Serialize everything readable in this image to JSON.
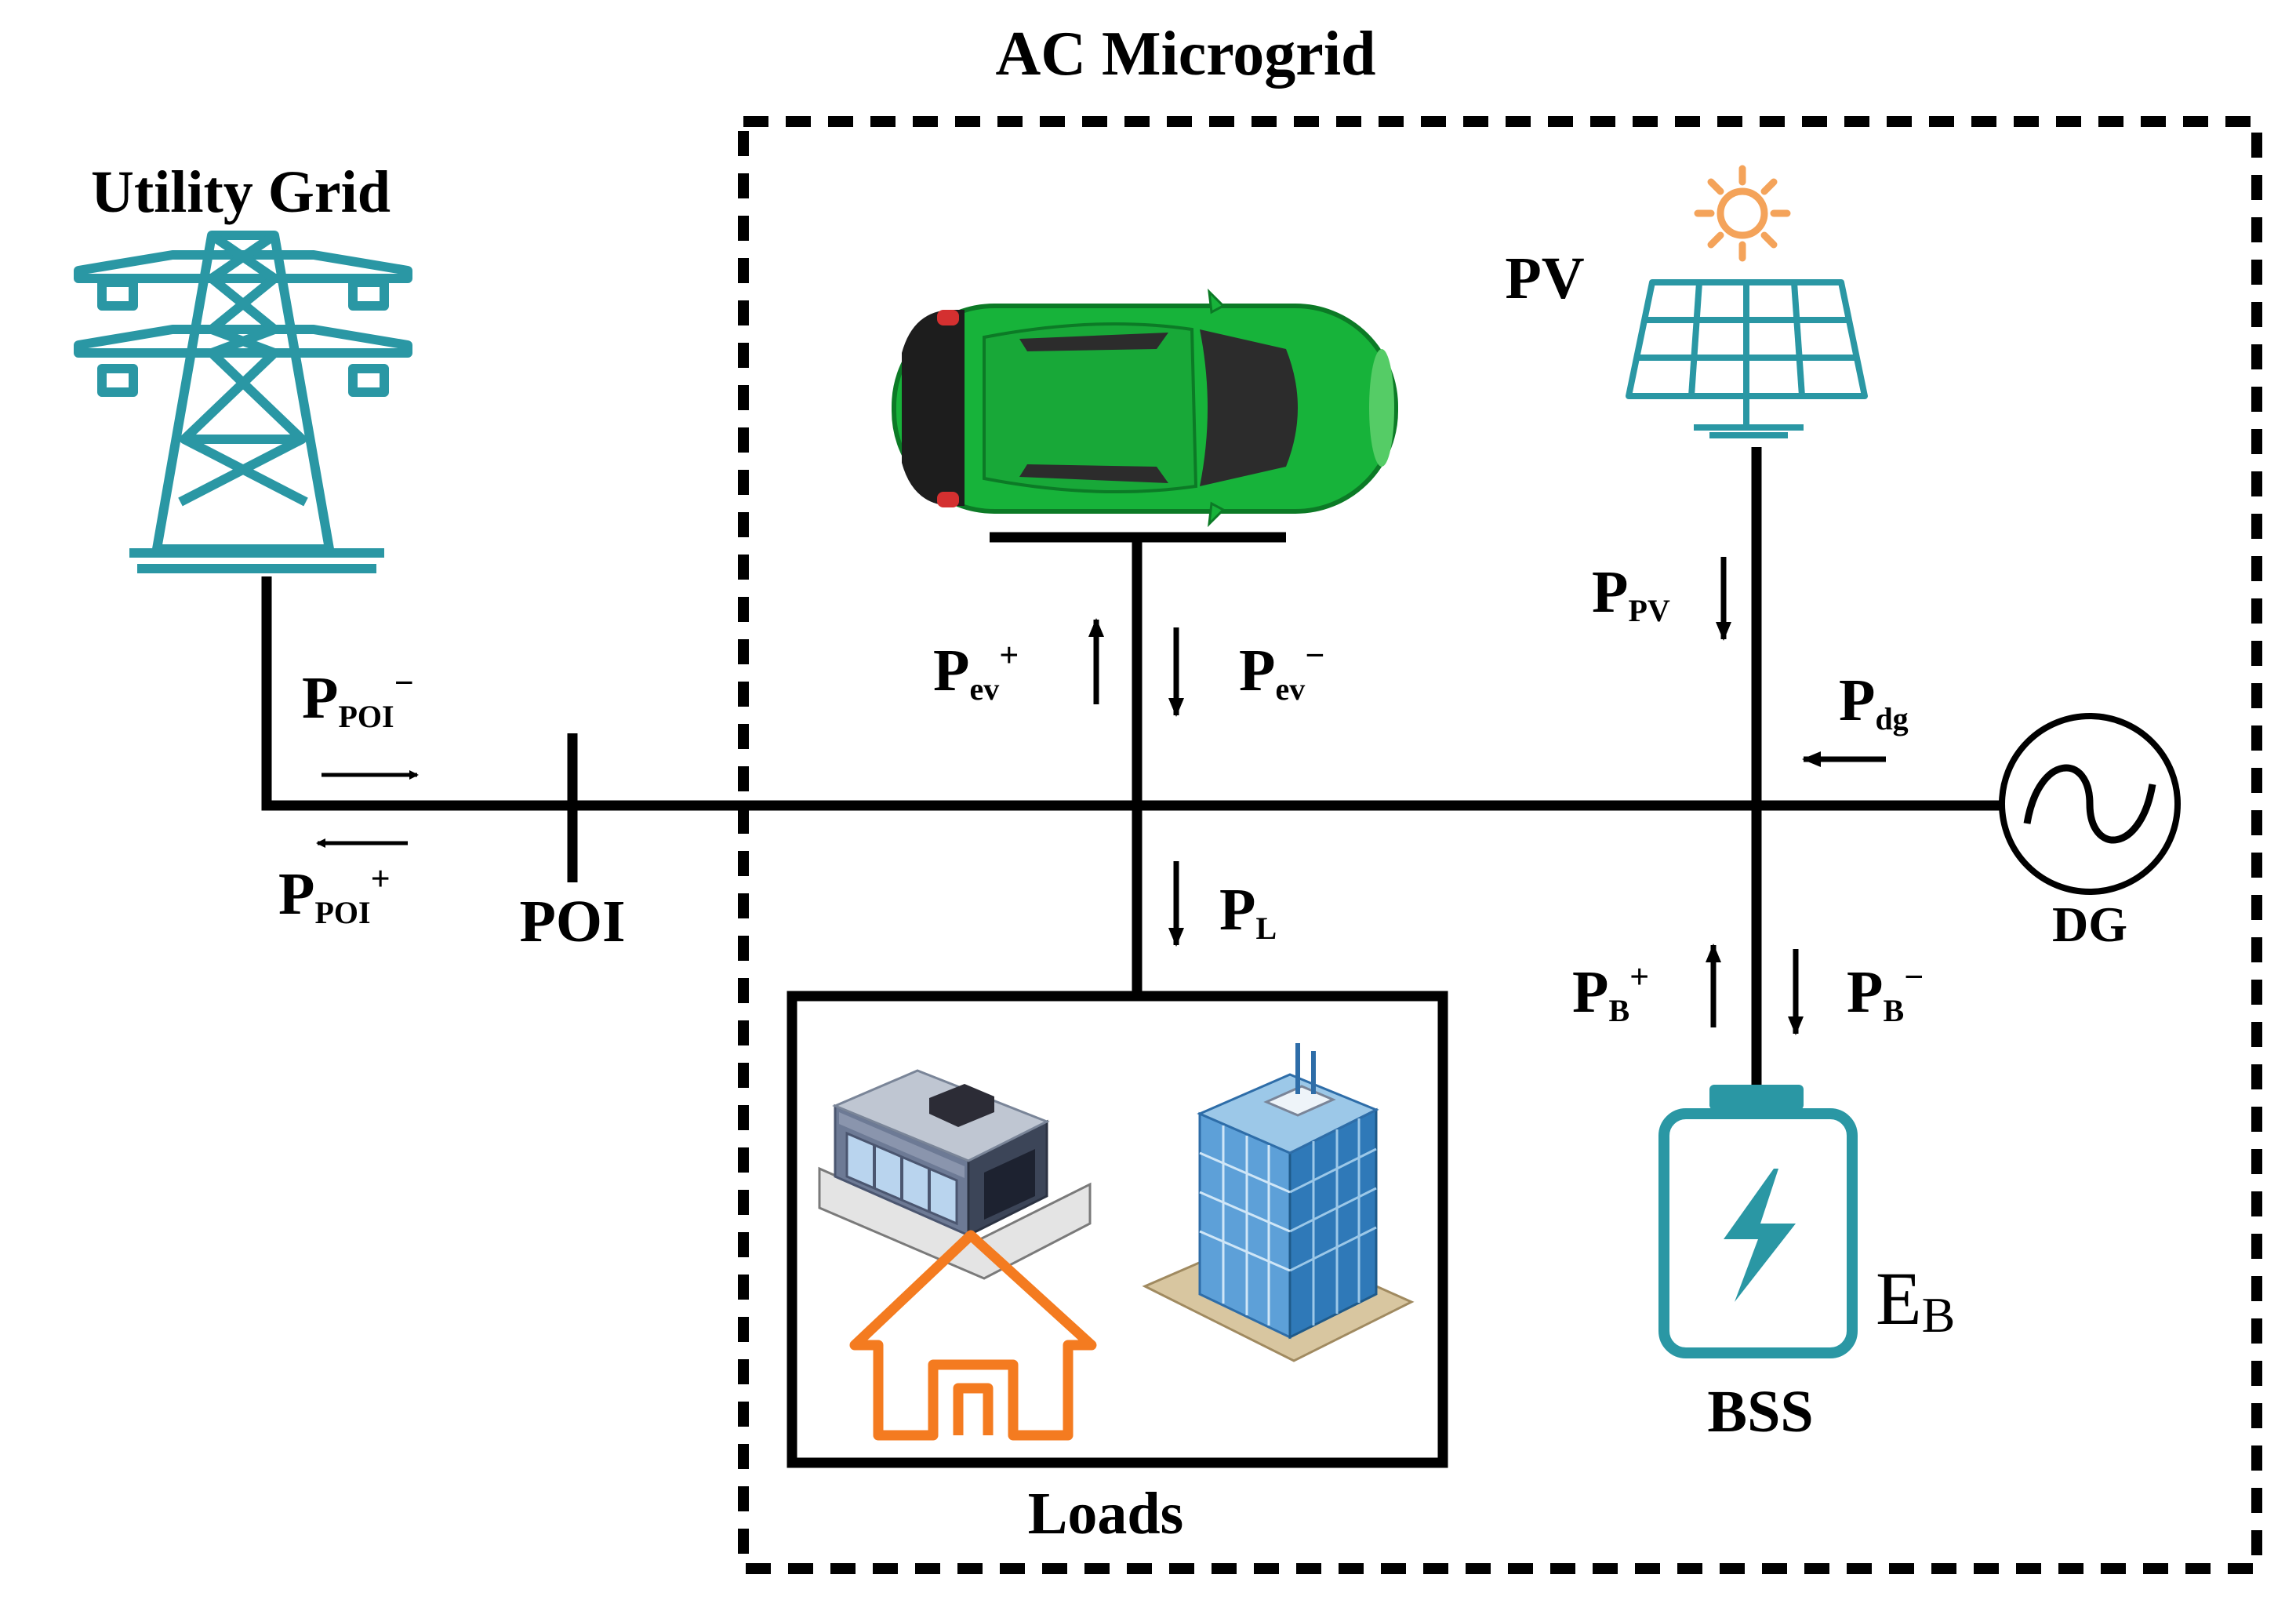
{
  "title": "AC Microgrid",
  "nodes": {
    "utility_grid": "Utility Grid",
    "pv": "PV",
    "poi": "POI",
    "dg": "DG",
    "loads": "Loads",
    "bss": "BSS",
    "battery_energy": {
      "main": "E",
      "sub": "B"
    }
  },
  "flows": {
    "p_poi_minus": {
      "main": "P",
      "sub": "POI",
      "sup": "−"
    },
    "p_poi_plus": {
      "main": "P",
      "sub": "POI",
      "sup": "+"
    },
    "p_ev_plus": {
      "main": "P",
      "sub": "ev",
      "sup": "+"
    },
    "p_ev_minus": {
      "main": "P",
      "sub": "ev",
      "sup": "−"
    },
    "p_pv": {
      "main": "P",
      "sub": "PV"
    },
    "p_dg": {
      "main": "P",
      "sub": "dg"
    },
    "p_l": {
      "main": "P",
      "sub": "L"
    },
    "p_b_plus": {
      "main": "P",
      "sub": "B",
      "sup": "+"
    },
    "p_b_minus": {
      "main": "P",
      "sub": "B",
      "sup": "−"
    }
  },
  "icons": [
    "transmission-tower-icon",
    "sun-icon",
    "solar-panel-icon",
    "electric-car-icon",
    "factory-icon",
    "office-building-icon",
    "house-icon",
    "battery-icon",
    "generator-icon"
  ],
  "colors": {
    "teal": "#2a97a4",
    "orange": "#f47b20",
    "car_green": "#17b33a",
    "line": "#000000"
  }
}
